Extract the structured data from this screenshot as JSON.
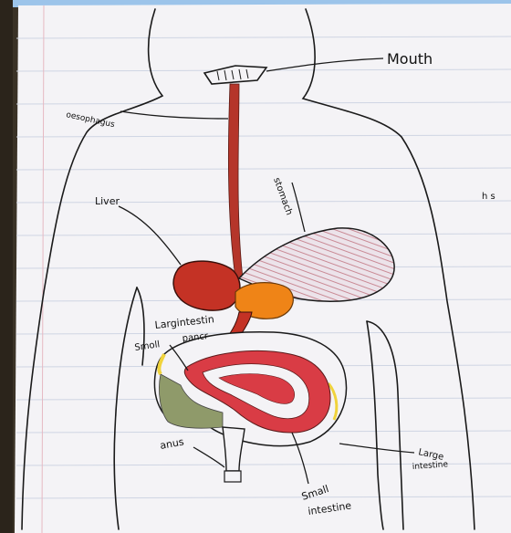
{
  "photo": {
    "subject": "hand-drawn diagram of the human digestive system on lined paper",
    "colors": {
      "paper": "#f4f3f6",
      "line": "#1a1a1a",
      "esophagus": "#b5352a",
      "liver": "#c43225",
      "stomach_fill": "#e9dfe8",
      "stomach_hatch": "#c98a95",
      "pancreas": "#ef8417",
      "small_intestine": "#d93c45",
      "large_intestine_green": "#8f9a6a",
      "yellow_highlight": "#f0d33c",
      "frame_blue": "#9cc4ea"
    }
  },
  "labels": {
    "mouth": "Mouth",
    "oesophagus": "oesophagus",
    "stomach": "stomach",
    "liver": "Liver",
    "pancreas_line1": "Largintestin",
    "pancreas_line2": "pancr",
    "small_intestine_short": "Smoll",
    "anus": "anus",
    "large_intestine_line1": "Large",
    "large_intestine_line2": "intestine",
    "small_intestine_line1": "Small",
    "small_intestine_line2": "intestine",
    "margin_mark": "h s"
  }
}
